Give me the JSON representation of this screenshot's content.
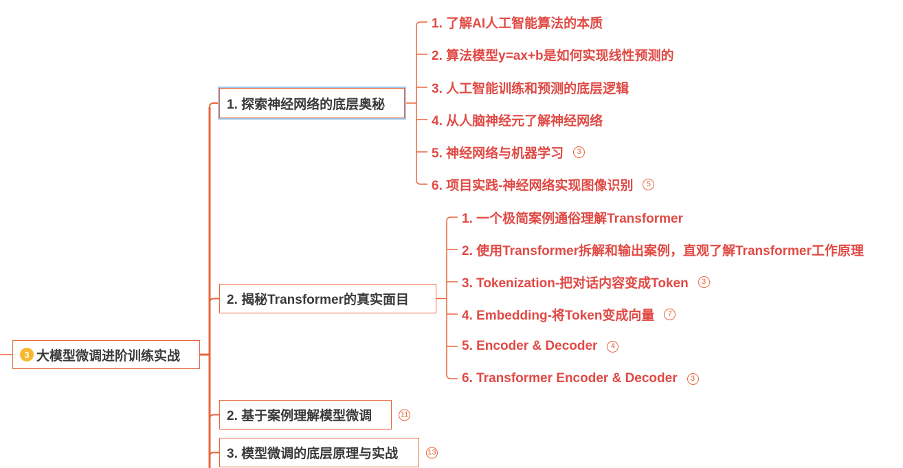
{
  "root": {
    "badge": "3",
    "label": "大模型微调进阶训练实战"
  },
  "branches": [
    {
      "label": "1. 探索神经网络的底层奥秘",
      "selected": true,
      "children": [
        {
          "label": "1. 了解AI人工智能算法的本质"
        },
        {
          "label": "2. 算法模型y=ax+b是如何实现线性预测的"
        },
        {
          "label": "3. 人工智能训练和预测的底层逻辑"
        },
        {
          "label": "4. 从人脑神经元了解神经网络"
        },
        {
          "label": "5. 神经网络与机器学习",
          "count": "3"
        },
        {
          "label": "6. 项目实践-神经网络实现图像识别",
          "count": "5"
        }
      ]
    },
    {
      "label": "2. 揭秘Transformer的真实面目",
      "children": [
        {
          "label": "1. 一个极简案例通俗理解Transformer"
        },
        {
          "label": "2. 使用Transformer拆解和输出案例，直观了解Transformer工作原理"
        },
        {
          "label": "3. Tokenization-把对话内容变成Token",
          "count": "3"
        },
        {
          "label": "4. Embedding-将Token变成向量",
          "count": "7"
        },
        {
          "label": "5. Encoder & Decoder",
          "count": "4"
        },
        {
          "label": "6. Transformer Encoder & Decoder",
          "count": "3"
        }
      ]
    },
    {
      "label": "2. 基于案例理解模型微调",
      "count": "11",
      "children": []
    },
    {
      "label": "3. 模型微调的底层原理与实战",
      "count": "13",
      "children": []
    }
  ],
  "colors": {
    "connector": "#e8663d",
    "leaf_text": "#e04a45",
    "node_text": "#3a3a3a",
    "badge": "#f5b82e",
    "selection": "#9fc3ea"
  }
}
